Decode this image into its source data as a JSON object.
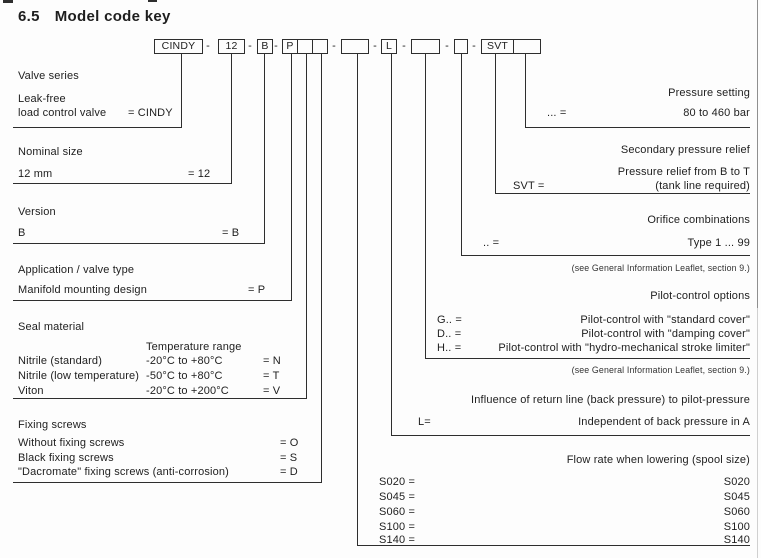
{
  "title": {
    "number": "6.5",
    "text": "Model code key"
  },
  "colors": {
    "background": "#fdfdfd",
    "text": "#1e1e1e",
    "line": "#2e2e2e"
  },
  "code_row": {
    "separator": "-",
    "boxes": {
      "series": "CINDY",
      "size": "12",
      "version": "B",
      "application": "P",
      "app_cell2": "",
      "app_cell3": "",
      "flow": "",
      "return_line": "L",
      "pilot": "",
      "orifice": "",
      "secondary": "SVT",
      "pressure": ""
    }
  },
  "left": {
    "valve_series": {
      "header": "Valve series",
      "line1": "Leak-free",
      "line2": "load control valve",
      "value": "= CINDY"
    },
    "nominal_size": {
      "header": "Nominal size",
      "label": "12 mm",
      "value": "= 12"
    },
    "version": {
      "header": "Version",
      "label": "B",
      "value": "= B"
    },
    "application": {
      "header": "Application / valve type",
      "label": "Manifold mounting design",
      "value": "= P"
    },
    "seal_material": {
      "header": "Seal material",
      "col_header": "Temperature range",
      "rows": [
        {
          "label": "Nitrile (standard)",
          "range": "-20°C to +80°C",
          "value": "= N"
        },
        {
          "label": "Nitrile (low temperature)",
          "range": "-50°C to +80°C",
          "value": "= T"
        },
        {
          "label": "Viton",
          "range": "-20°C to +200°C",
          "value": "= V"
        }
      ]
    },
    "fixing_screws": {
      "header": "Fixing screws",
      "rows": [
        {
          "label": "Without fixing screws",
          "value": "= O"
        },
        {
          "label": "Black fixing screws",
          "value": "= S"
        },
        {
          "label": "\"Dacromate\" fixing screws (anti-corrosion)",
          "value": "= D"
        }
      ]
    }
  },
  "right": {
    "pressure_setting": {
      "header": "Pressure setting",
      "key": "... =",
      "value": "80 to 460 bar"
    },
    "secondary_pressure_relief": {
      "header": "Secondary pressure relief",
      "key": "SVT =",
      "value_line1": "Pressure relief from B to T",
      "value_line2": "(tank line required)"
    },
    "orifice_combinations": {
      "header": "Orifice combinations",
      "key": ".. =",
      "value": "Type 1 ... 99",
      "note": "(see General Information Leaflet, section 9.)"
    },
    "pilot_control_options": {
      "header": "Pilot-control options",
      "rows": [
        {
          "key": "G.. =",
          "value": "Pilot-control with \"standard cover\""
        },
        {
          "key": "D.. =",
          "value": "Pilot-control with \"damping cover\""
        },
        {
          "key": "H.. =",
          "value": "Pilot-control with \"hydro-mechanical stroke limiter\""
        }
      ],
      "note": "(see General Information Leaflet, section 9.)"
    },
    "return_line_influence": {
      "header": "Influence of return line (back pressure) to pilot-pressure",
      "key": "L=",
      "value": "Independent of back pressure in A"
    },
    "flow_rate": {
      "header": "Flow rate when lowering (spool size)",
      "rows": [
        {
          "key": "S020 =",
          "value": "S020"
        },
        {
          "key": "S045 =",
          "value": "S045"
        },
        {
          "key": "S060 =",
          "value": "S060"
        },
        {
          "key": "S100 =",
          "value": "S100"
        },
        {
          "key": "S140 =",
          "value": "S140"
        }
      ]
    }
  }
}
